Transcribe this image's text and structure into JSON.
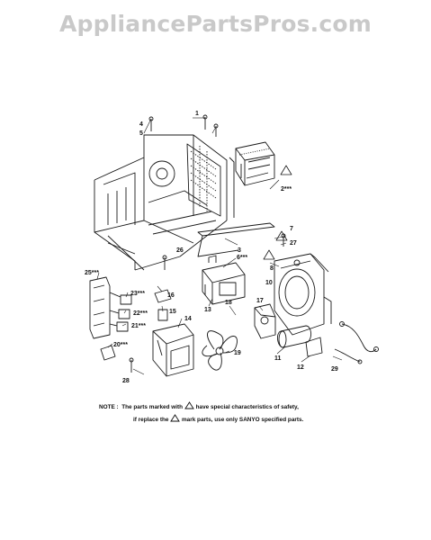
{
  "watermark": "AppliancePartsPros.com",
  "callouts": [
    {
      "id": "c1",
      "text": "1"
    },
    {
      "id": "c2",
      "text": "2***"
    },
    {
      "id": "c3",
      "text": "3"
    },
    {
      "id": "c4",
      "text": "4"
    },
    {
      "id": "c5",
      "text": "5"
    },
    {
      "id": "c6",
      "text": "6***"
    },
    {
      "id": "c7",
      "text": "7"
    },
    {
      "id": "c8",
      "text": "8"
    },
    {
      "id": "c10",
      "text": "10"
    },
    {
      "id": "c11",
      "text": "11"
    },
    {
      "id": "c12",
      "text": "12"
    },
    {
      "id": "c13",
      "text": "13"
    },
    {
      "id": "c14",
      "text": "14"
    },
    {
      "id": "c15",
      "text": "15"
    },
    {
      "id": "c16",
      "text": "16"
    },
    {
      "id": "c17",
      "text": "17"
    },
    {
      "id": "c18",
      "text": "18"
    },
    {
      "id": "c19",
      "text": "19"
    },
    {
      "id": "c20",
      "text": "20***"
    },
    {
      "id": "c21",
      "text": "21***"
    },
    {
      "id": "c22",
      "text": "22***"
    },
    {
      "id": "c23",
      "text": "23***"
    },
    {
      "id": "c25",
      "text": "25***"
    },
    {
      "id": "c26",
      "text": "26"
    },
    {
      "id": "c27",
      "text": "27"
    },
    {
      "id": "c28",
      "text": "28"
    },
    {
      "id": "c29",
      "text": "29"
    }
  ],
  "note": {
    "label": "NOTE :",
    "line1_a": "The parts marked with",
    "line1_b": "have special characteristics of safety,",
    "line2_a": "if replace the",
    "line2_b": "mark parts, use only SANYO specified parts."
  }
}
